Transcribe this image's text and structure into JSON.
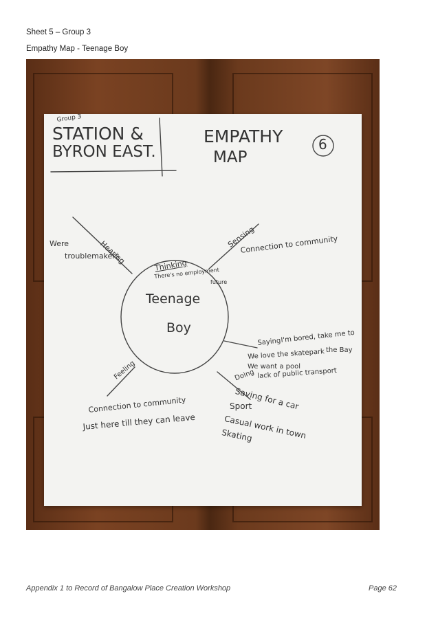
{
  "header": {
    "sheet": "Sheet 5 – Group 3",
    "subtitle": "Empathy Map - Teenage Boy"
  },
  "poster": {
    "group": "Group 3",
    "location_line1": "STATION &",
    "location_line2": "BYRON EAST.",
    "title_line1": "EMPATHY",
    "title_line2": "MAP",
    "number": "6",
    "center_line1": "Teenage",
    "center_line2": "Boy",
    "thinking_label": "Thinking",
    "thinking_line1": "There's no employment",
    "thinking_line2": "future",
    "hearing_label": "Hearing",
    "hearing_line1": "Were",
    "hearing_line2": "troublemakers",
    "sensing_label": "Sensing",
    "sensing_text": "Connection to community",
    "saying_label": "Saying",
    "saying_line1": "I'm bored, take me to",
    "saying_line2": "the Bay",
    "saying_line3": "We love the skatepark",
    "saying_line4": "We want a pool",
    "saying_line5": "lack of public transport",
    "feeling_label": "Feeling",
    "feeling_line1": "Connection to community",
    "feeling_line2": "Just here till they can leave",
    "doing_label": "Doing",
    "doing_line1": "Saving for a car",
    "doing_line2": "Sport",
    "doing_line3": "Casual work in town",
    "doing_line4": "Skating"
  },
  "footer": {
    "left": "Appendix 1 to Record of Bangalow Place Creation Workshop",
    "right": "Page  62"
  }
}
